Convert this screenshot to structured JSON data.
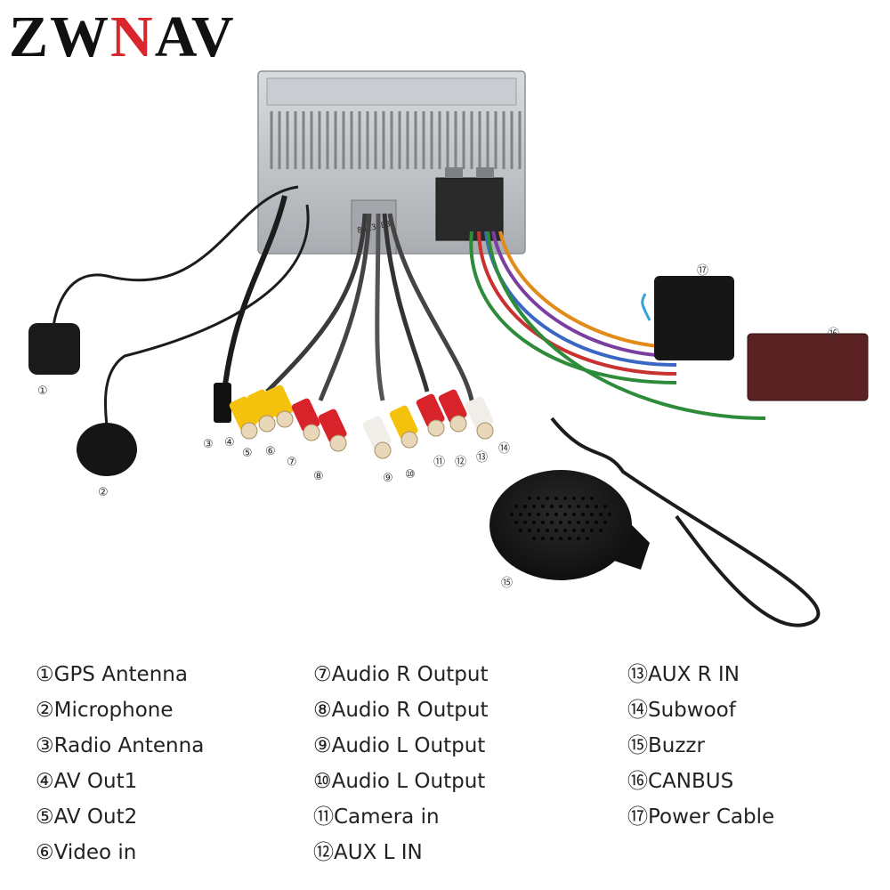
{
  "logo": {
    "part1": "ZW",
    "part2": "N",
    "part3": "AV"
  },
  "colors": {
    "brand_red": "#d9262c",
    "rca_yellow": "#f4c20d",
    "rca_red": "#d8232a",
    "rca_white": "#f1ede8",
    "cable_black": "#1c1c1c",
    "unit_silver": "#bfc3c7"
  },
  "diagram": {
    "unit_label": "8013088",
    "callouts": [
      {
        "id": "1",
        "text": "①"
      },
      {
        "id": "2",
        "text": "②"
      },
      {
        "id": "3",
        "text": "③"
      },
      {
        "id": "4",
        "text": "④"
      },
      {
        "id": "5",
        "text": "⑤"
      },
      {
        "id": "6",
        "text": "⑥"
      },
      {
        "id": "7",
        "text": "⑦"
      },
      {
        "id": "8",
        "text": "⑧"
      },
      {
        "id": "9",
        "text": "⑨"
      },
      {
        "id": "10",
        "text": "⑩"
      },
      {
        "id": "11",
        "text": "⑪"
      },
      {
        "id": "12",
        "text": "⑫"
      },
      {
        "id": "13",
        "text": "⑬"
      },
      {
        "id": "14",
        "text": "⑭"
      },
      {
        "id": "15",
        "text": "⑮"
      },
      {
        "id": "16",
        "text": "⑯"
      },
      {
        "id": "17",
        "text": "⑰"
      }
    ]
  },
  "legend": {
    "columns": [
      [
        "①GPS Antenna",
        "②Microphone",
        "③Radio Antenna",
        "④AV Out1",
        "⑤AV Out2",
        "⑥Video in"
      ],
      [
        "⑦Audio R Output",
        "⑧Audio R Output",
        "⑨Audio L Output",
        "⑩Audio L Output",
        "⑪Camera in",
        "⑫AUX L IN"
      ],
      [
        "⑬AUX R IN",
        "⑭Subwoof",
        "⑮Buzzr",
        "⑯CANBUS",
        "⑰Power Cable"
      ]
    ]
  }
}
